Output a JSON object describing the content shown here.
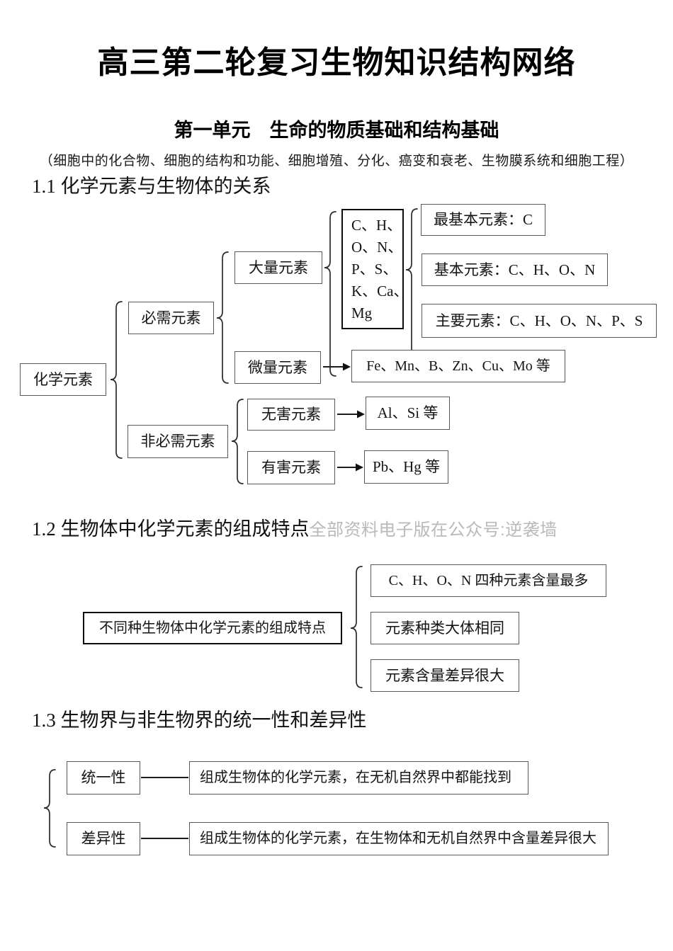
{
  "page": {
    "title": "高三第二轮复习生物知识结构网络",
    "unit_title": "第一单元　生命的物质基础和结构基础",
    "unit_scope": "（细胞中的化合物、细胞的结构和功能、细胞增殖、分化、癌变和衰老、生物膜系统和细胞工程）",
    "watermark": "全部资料电子版在公众号:逆袭墙",
    "colors": {
      "box_border": "#585858",
      "emphasis_border": "#0d0d0d",
      "connector": "#2a2a2a",
      "watermark": "#b9b9b9",
      "text": "#111111"
    }
  },
  "section_1_1": {
    "heading": "1.1 化学元素与生物体的关系",
    "nodes": {
      "root": "化学元素",
      "required": "必需元素",
      "non_required": "非必需元素",
      "macro": "大量元素",
      "trace": "微量元素",
      "macro_list_lines": [
        "C、H、",
        "O、N、",
        "P、S、",
        "K、Ca、",
        "Mg"
      ],
      "most_basic": "最基本元素：C",
      "basic": "基本元素：C、H、O、N",
      "principal": "主要元素：C、H、O、N、P、S",
      "trace_examples": "Fe、Mn、B、Zn、Cu、Mo 等",
      "harmless": "无害元素",
      "harmless_examples": "Al、Si 等",
      "harmful": "有害元素",
      "harmful_examples": "Pb、Hg 等"
    }
  },
  "section_1_2": {
    "heading": "1.2 生物体中化学元素的组成特点",
    "nodes": {
      "root": "不同种生物体中化学元素的组成特点",
      "feature_content": "C、H、O、N 四种元素含量最多",
      "feature_kinds": "元素种类大体相同",
      "feature_amounts": "元素含量差异很大"
    }
  },
  "section_1_3": {
    "heading": "1.3 生物界与非生物界的统一性和差异性",
    "nodes": {
      "unity": "统一性",
      "unity_desc": "组成生物体的化学元素，在无机自然界中都能找到",
      "difference": "差异性",
      "difference_desc": "组成生物体的化学元素，在生物体和无机自然界中含量差异很大"
    }
  }
}
